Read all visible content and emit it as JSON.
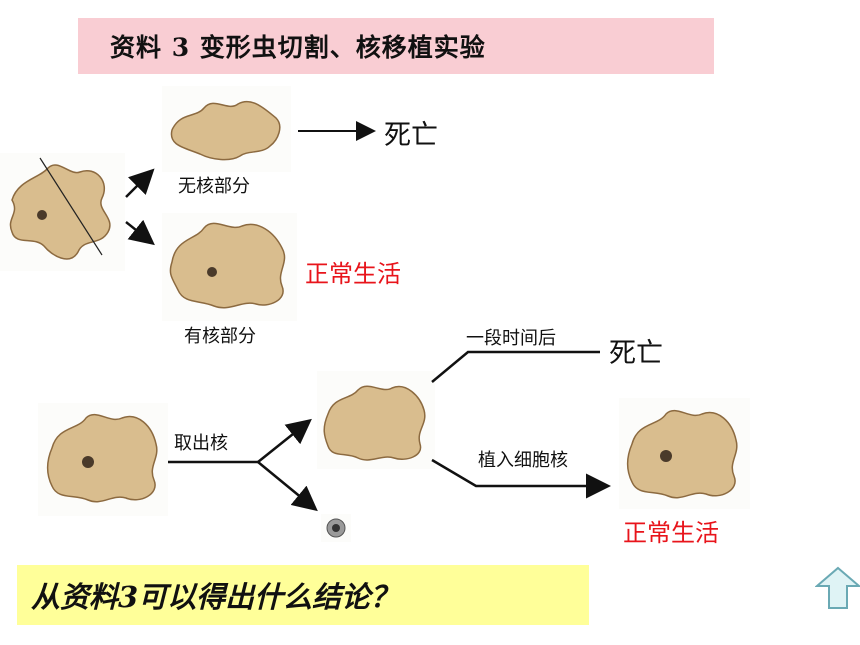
{
  "title": "资料 3   变形虫切割、核移植实验",
  "labels": {
    "death_1": "死亡",
    "no_nucleus_part": "无核部分",
    "normal_life_1": "正常生活",
    "with_nucleus_part": "有核部分",
    "after_time": "一段时间后",
    "death_2": "死亡",
    "remove_nucleus": "取出核",
    "implant_nucleus": "植入细胞核",
    "normal_life_2": "正常生活"
  },
  "question": "从资料3可以得出什么结论？",
  "colors": {
    "title_bg": "#f9cdd3",
    "question_bg": "#ffff99",
    "red_text": "#e8141b",
    "amoeba": "#d9bd8e"
  },
  "icons": {
    "nav": "up-arrow-icon"
  }
}
